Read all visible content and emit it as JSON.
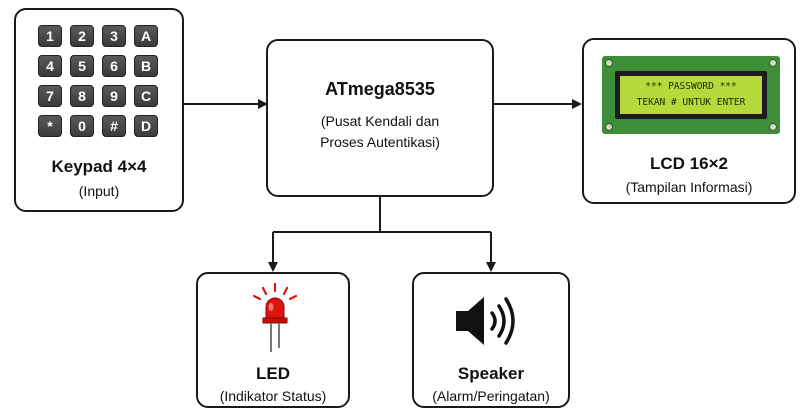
{
  "keypad": {
    "title": "Keypad 4×4",
    "subtitle": "(Input)",
    "keys": [
      "1",
      "2",
      "3",
      "A",
      "4",
      "5",
      "6",
      "B",
      "7",
      "8",
      "9",
      "C",
      "*",
      "0",
      "#",
      "D"
    ]
  },
  "mcu": {
    "title": "ATmega8535",
    "subtitle_line1": "(Pusat Kendali dan",
    "subtitle_line2": "Proses Autentikasi)"
  },
  "lcd": {
    "title": "LCD 16×2",
    "subtitle": "(Tampilan Informasi)",
    "line1": "*** PASSWORD ***",
    "line2": "TEKAN # UNTUK ENTER"
  },
  "led": {
    "title": "LED",
    "subtitle": "(Indikator Status)"
  },
  "speaker": {
    "title": "Speaker",
    "subtitle": "(Alarm/Peringatan)"
  },
  "colors": {
    "lcd_screen": "#b7d93b",
    "lcd_pcb": "#3f8f3a",
    "led_red": "#e0140f",
    "line": "#1a1a1a"
  },
  "icons": [
    "keypad-icon",
    "lcd-display-icon",
    "led-icon",
    "speaker-icon"
  ]
}
